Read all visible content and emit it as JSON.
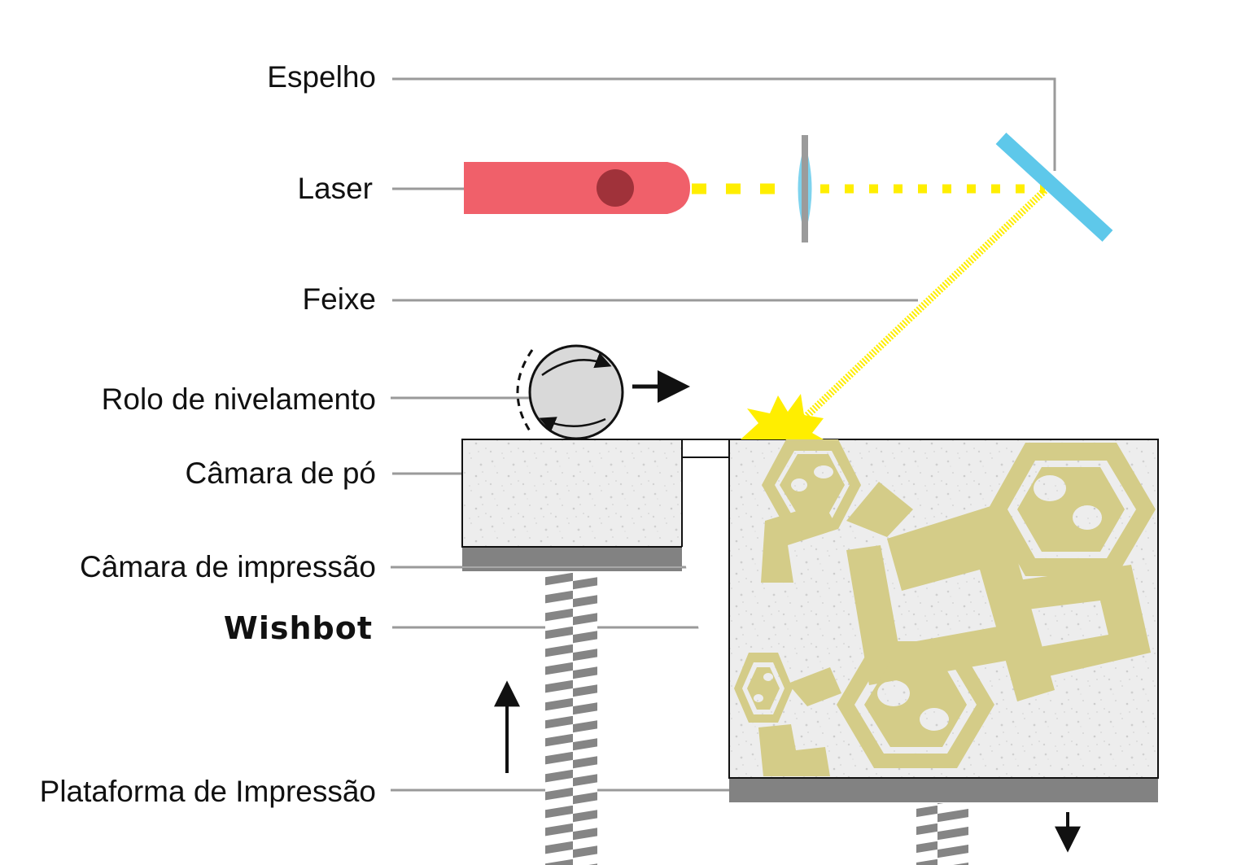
{
  "labels": {
    "mirror": "Espelho",
    "laser": "Laser",
    "beam": "Feixe",
    "roller": "Rolo de nivelamento",
    "powder_chamber": "Câmara de pó",
    "print_chamber": "Câmara de impressão",
    "part": "Wishbot",
    "platform": "Plataforma de Impressão"
  },
  "colors": {
    "laser_body": "#f0606a",
    "laser_aperture": "#a0323a",
    "beam": "#ffee00",
    "mirror": "#5ec8ea",
    "lens": "#9b9b9b",
    "powder": "#ececec",
    "part": "#d4cc88",
    "platform": "#828282",
    "spark": "#ffee00",
    "leader": "#9a9a9a"
  },
  "icons": {
    "roller_rotation": "rotate-arrows-icon",
    "roller_motion": "arrow-right-icon",
    "piston_up": "arrow-up-icon",
    "piston_down": "arrow-down-icon"
  }
}
